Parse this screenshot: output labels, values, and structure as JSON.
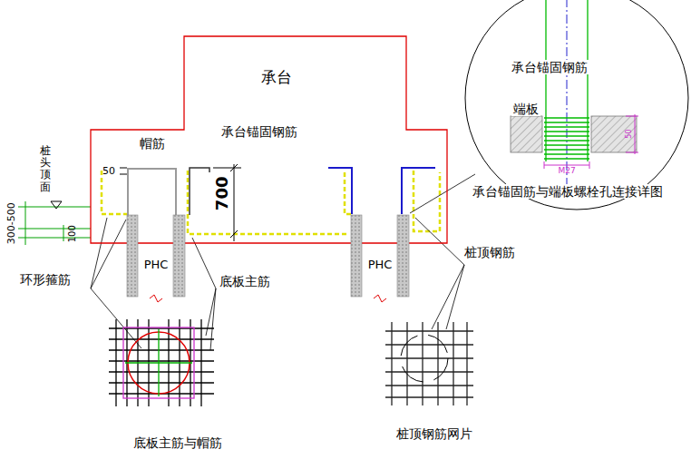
{
  "diagram": {
    "nodes": [
      {
        "text": [
          "承台"
        ]
      },
      {
        "text": [
          "PHC"
        ]
      },
      {
        "text": [
          "PHC"
        ]
      },
      {
        "text": [
          "承台锚固钢筋",
          "端板",
          "M27",
          "50"
        ]
      }
    ],
    "labels": [
      "桩头顶面",
      "300-500",
      "100",
      "帽筋",
      "承台锚固钢筋",
      "50",
      "700",
      "环形箍筋",
      "底板主筋",
      "桩顶钢筋",
      "承台锚固筋与端板螺栓孔连接详图",
      "底板主筋与帽筋",
      "桩顶钢筋网片"
    ]
  }
}
